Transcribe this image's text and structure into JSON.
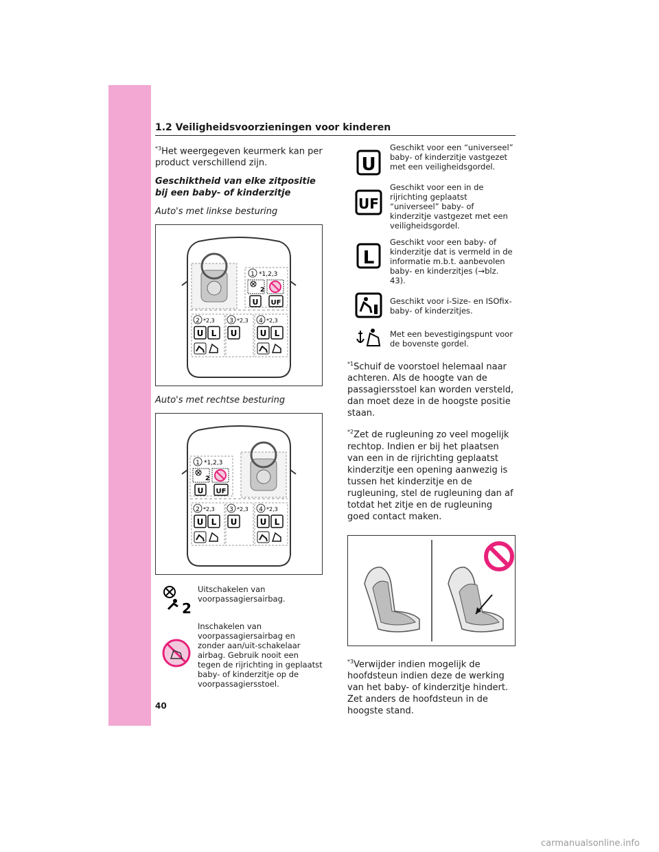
{
  "header": {
    "title": "1.2 Veiligheidsvoorzieningen voor kinderen"
  },
  "page_number": "40",
  "watermark": "carmanualsonline.info",
  "left": {
    "note3": {
      "marker": "*3",
      "text": "Het weergegeven keurmerk kan per product verschillend zijn."
    },
    "section_title": "Geschiktheid van elke zitpositie bij een baby- of kinderzitje",
    "lhd_caption": "Auto's met linkse besturing",
    "rhd_caption": "Auto's met rechtse besturing",
    "seat_labels": {
      "front": "*1,2,3",
      "rear": "*2,3",
      "n1": "1",
      "n2": "2",
      "n3": "3",
      "n4": "4",
      "u": "U",
      "l": "L",
      "uf": "UF",
      "airbag_num": "2"
    },
    "legend": [
      {
        "icon": "airbag-off-icon",
        "text": "Uitschakelen van voorpassagiersairbag."
      },
      {
        "icon": "no-rear-facing-icon",
        "text": "Inschakelen van voorpassagiersairbag en zonder aan/uit-schakelaar airbag. Gebruik nooit een tegen de rijrichting in geplaatst baby- of kinderzitje op de voorpassagiersstoel."
      }
    ]
  },
  "right": {
    "legend": [
      {
        "icon": "u-badge-icon",
        "label": "U",
        "text": "Geschikt voor een “universeel” baby- of kinderzitje vastgezet met een veiligheidsgordel."
      },
      {
        "icon": "uf-badge-icon",
        "label": "UF",
        "text": "Geschikt voor een in de rijrichting geplaatst “universeel” baby- of kinderzitje vastgezet met een veiligheidsgordel."
      },
      {
        "icon": "l-badge-icon",
        "label": "L",
        "text": "Geschikt voor een baby- of kinderzitje dat is vermeld in de informatie m.b.t. aanbevolen baby- en kinderzitjes (→blz. 43)."
      },
      {
        "icon": "isize-icon",
        "text": "Geschikt voor i-Size- en ISOfix-baby- of kinderzitjes."
      },
      {
        "icon": "top-tether-icon",
        "text": "Met een bevestigingspunt voor de bovenste gordel."
      }
    ],
    "note1": {
      "marker": "*1",
      "text": "Schuif de voorstoel helemaal naar achteren. Als de hoogte van de passagiersstoel kan worden versteld, dan moet deze in de hoogste positie staan."
    },
    "note2": {
      "marker": "*2",
      "text": "Zet de rugleuning zo veel mogelijk rechtop. Indien er bij het plaatsen van een in de rijrichting geplaatst kinderzitje een opening aanwezig is tussen het kinderzitje en de rugleuning, stel de rugleuning dan af totdat het zitje en de rugleuning goed contact maken."
    },
    "note3b": {
      "marker": "*3",
      "text": "Verwijder indien mogelijk de hoofdsteun indien deze de werking van het baby- of kinderzitje hindert. Zet anders de hoofdsteun in de hoogste stand."
    }
  },
  "colors": {
    "sidebar": "#f2a8d2",
    "prohibit": "#e8217a",
    "prohibit_bg": "#f3c7dd",
    "seat_grey": "#c8c8c8"
  }
}
